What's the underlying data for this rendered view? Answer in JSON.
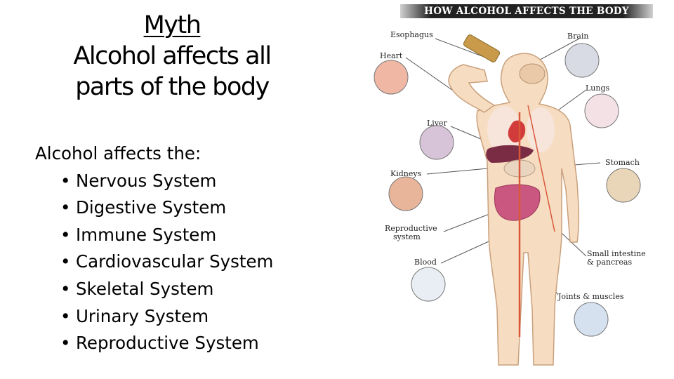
{
  "title": {
    "line1": "Myth",
    "line2": "Alcohol affects all",
    "line3": "parts of the body"
  },
  "content": {
    "intro": "Alcohol affects the:",
    "bullet_char": "•",
    "items": [
      "Nervous System",
      "Digestive System",
      "Immune System",
      "Cardiovascular System",
      "Skeletal System",
      "Urinary System",
      "Reproductive System"
    ]
  },
  "figure": {
    "banner": "HOW ALCOHOL AFFECTS THE BODY",
    "labels": {
      "esophagus": "Esophagus",
      "heart": "Heart",
      "liver": "Liver",
      "kidneys": "Kidneys",
      "reproductive_1": "Reproductive",
      "reproductive_2": "system",
      "blood": "Blood",
      "brain": "Brain",
      "lungs": "Lungs",
      "stomach": "Stomach",
      "small_intestine_1": "Small intestine",
      "small_intestine_2": "& pancreas",
      "joints": "Joints & muscles"
    },
    "colors": {
      "skin": "#f6dcc0",
      "skin_outline": "#c9a07c",
      "heart": "#d23b3b",
      "liver": "#7a2c45",
      "intestine": "#c9577f",
      "vessel": "#d9583a",
      "bottle": "#c89a4a"
    }
  }
}
